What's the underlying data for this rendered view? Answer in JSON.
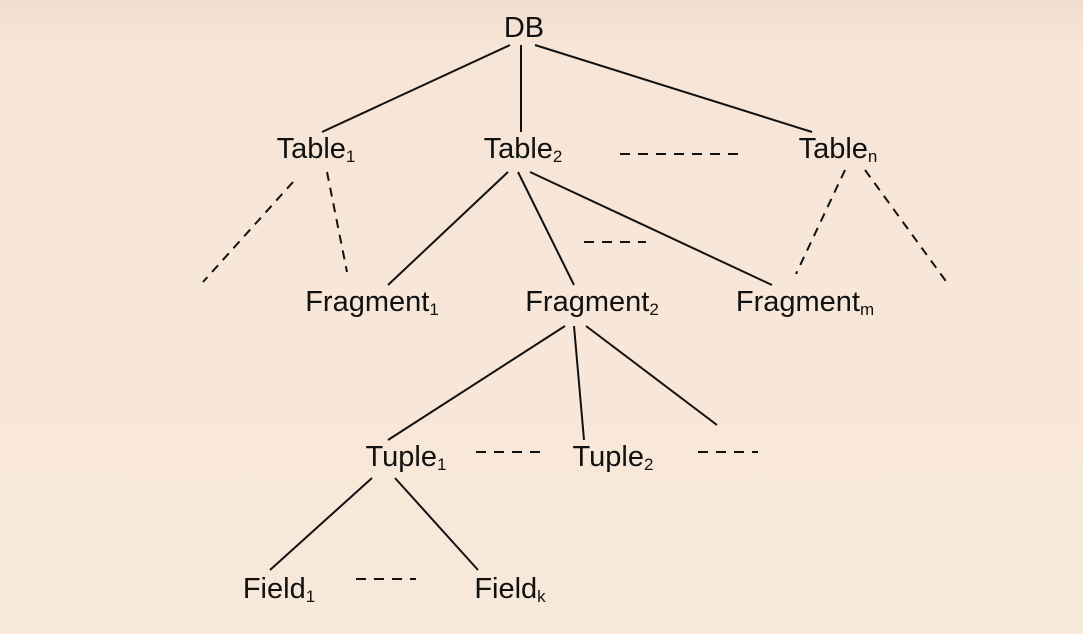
{
  "diagram": {
    "root": {
      "text": "DB",
      "sub": ""
    },
    "tables": [
      {
        "text": "Table",
        "sub": "1"
      },
      {
        "text": "Table",
        "sub": "2"
      },
      {
        "text": "Table",
        "sub": "n"
      }
    ],
    "fragments": [
      {
        "text": "Fragment",
        "sub": "1"
      },
      {
        "text": "Fragment",
        "sub": "2"
      },
      {
        "text": "Fragment",
        "sub": "m"
      }
    ],
    "tuples": [
      {
        "text": "Tuple",
        "sub": "1"
      },
      {
        "text": "Tuple",
        "sub": "2"
      }
    ],
    "fields": [
      {
        "text": "Field",
        "sub": "1"
      },
      {
        "text": "Field",
        "sub": "k"
      }
    ],
    "ellipsis": "----"
  },
  "colors": {
    "background": "#f7e6d7",
    "ink": "#111111"
  }
}
